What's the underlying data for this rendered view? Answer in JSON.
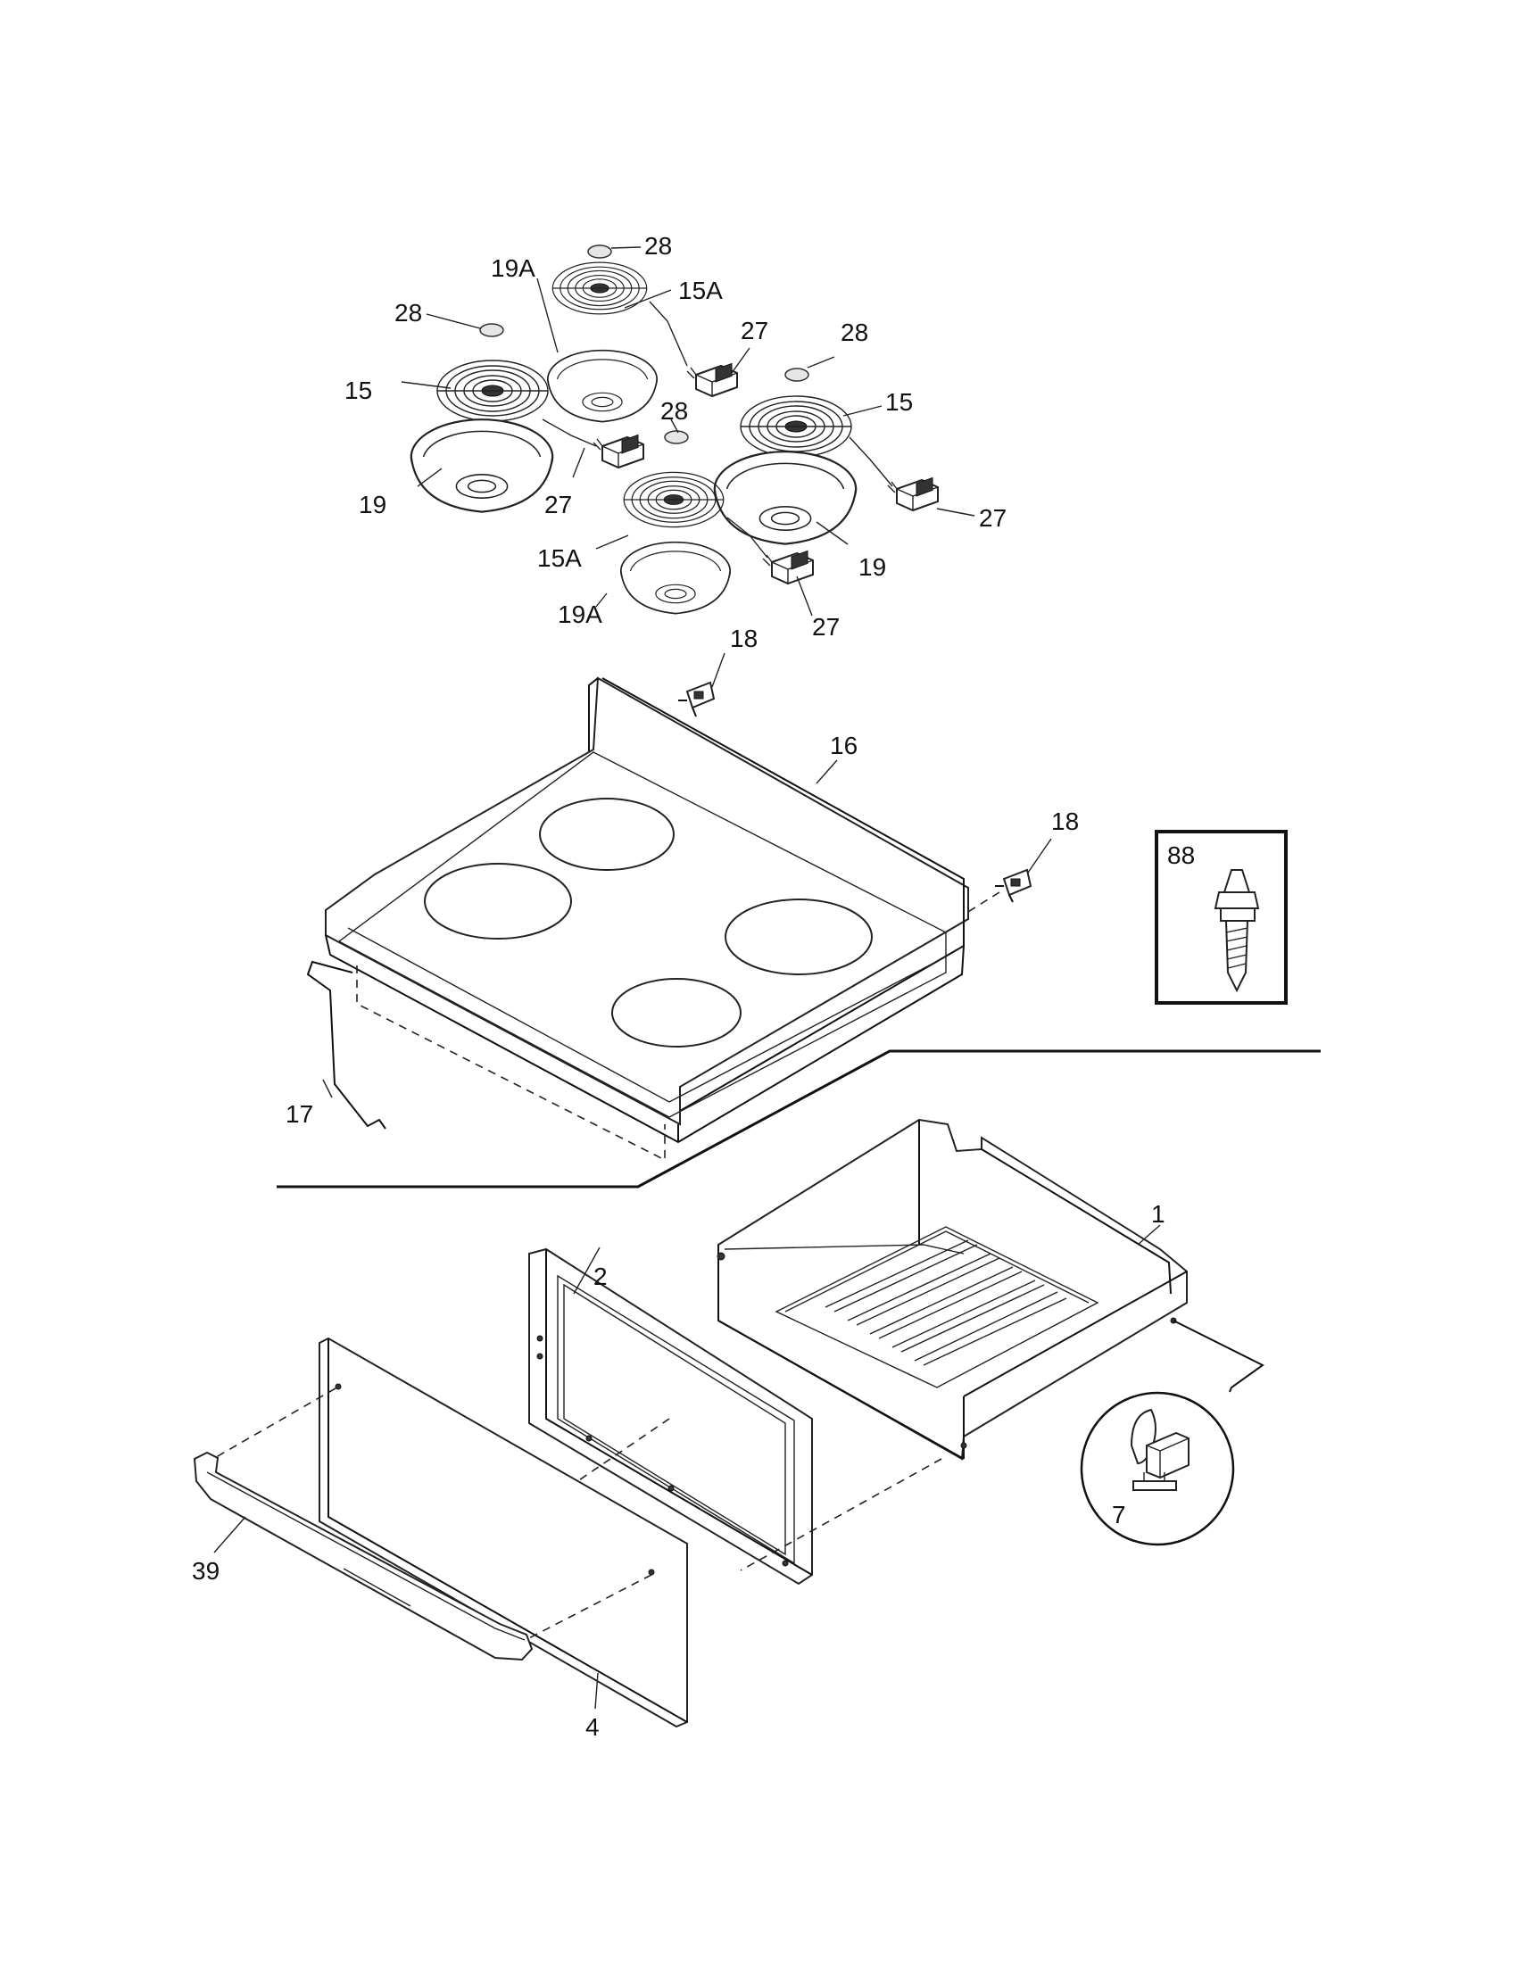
{
  "labels": {
    "l1": "1",
    "l2": "2",
    "l4": "4",
    "l7": "7",
    "l15a": "15",
    "l15b": "15",
    "l15Aa": "15A",
    "l15Ab": "15A",
    "l16": "16",
    "l17": "17",
    "l18a": "18",
    "l18b": "18",
    "l19a": "19",
    "l19b": "19",
    "l19Aa": "19A",
    "l19Ab": "19A",
    "l27a": "27",
    "l27b": "27",
    "l27c": "27",
    "l27d": "27",
    "l28a": "28",
    "l28b": "28",
    "l28c": "28",
    "l28d": "28",
    "l39": "39",
    "l88": "88"
  }
}
